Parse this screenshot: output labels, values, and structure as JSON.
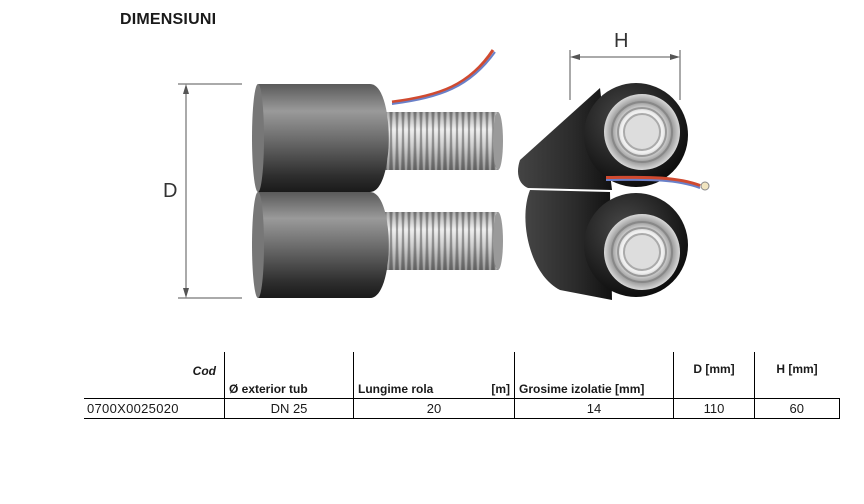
{
  "title": "DIMENSIUNI",
  "dimensions": {
    "d_label": "D",
    "h_label": "H"
  },
  "table": {
    "headers": {
      "cod": "Cod",
      "diametru": "Ø exterior tub",
      "lungime": "Lungime rola",
      "lungime_unit": "[m]",
      "grosime": "Grosime izolatie [mm]",
      "d": "D [mm]",
      "h": "H [mm]"
    },
    "row": {
      "cod": "0700X0025020",
      "diametru": "DN 25",
      "lungime": "20",
      "grosime": "14",
      "d": "110",
      "h": "60"
    }
  }
}
